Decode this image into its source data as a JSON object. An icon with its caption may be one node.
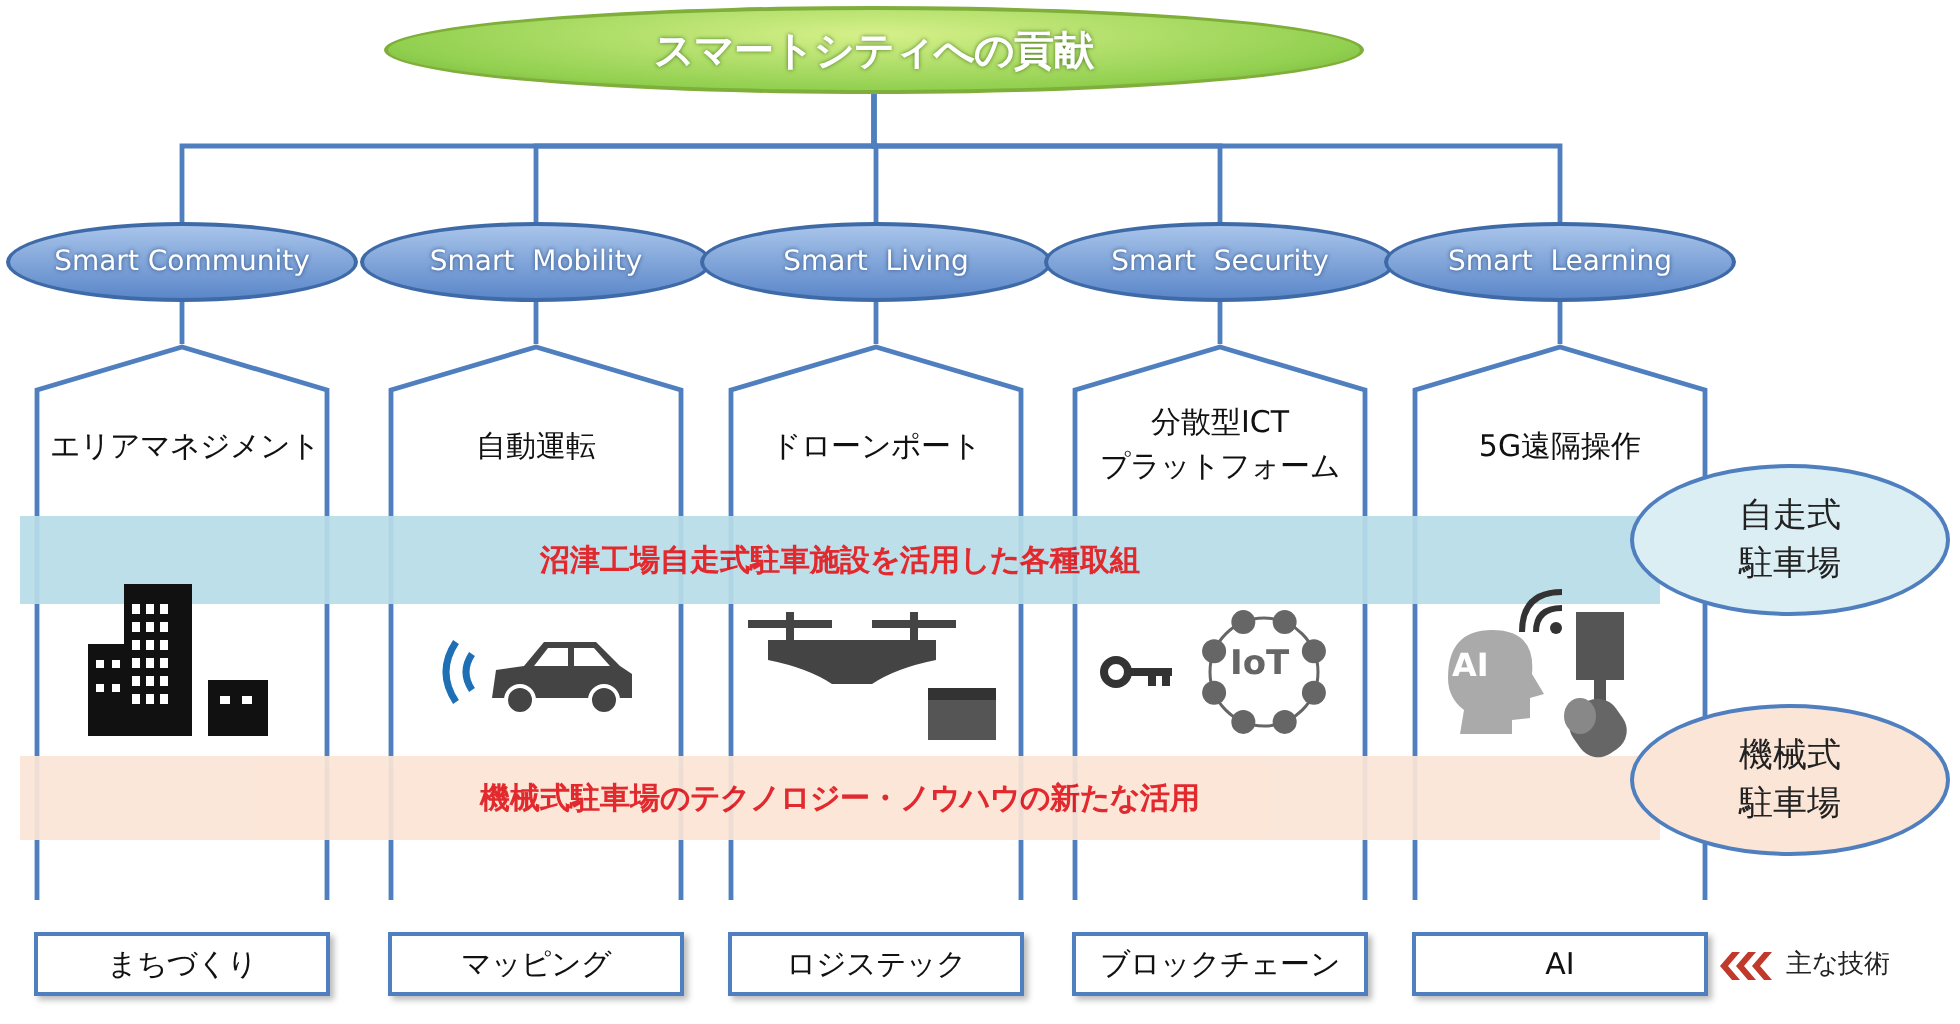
{
  "diagram": {
    "nodes": [
      {
        "text": [
          "スマートシティへの貢献"
        ]
      },
      {
        "text": [
          "Smart Community"
        ]
      },
      {
        "text": [
          "Smart  Mobility"
        ]
      },
      {
        "text": [
          "Smart  Living"
        ]
      },
      {
        "text": [
          "Smart  Security"
        ]
      },
      {
        "text": [
          "Smart  Learning"
        ]
      },
      {
        "text": [
          "エリアマネジメント"
        ]
      },
      {
        "text": [
          "自動運転"
        ]
      },
      {
        "text": [
          "ドローンポート"
        ]
      },
      {
        "text": [
          "分散型ICT プラットフォーム"
        ]
      },
      {
        "text": [
          "5G遠隔操作"
        ]
      },
      {
        "text": [
          "沼津工場自走式駐車施設を活用した各種取組"
        ]
      },
      {
        "text": [
          "機械式駐車場のテクノロジー・ノウハウの新たな活用"
        ]
      },
      {
        "text": [
          "自走式駐車場"
        ]
      },
      {
        "text": [
          "機械式駐車場"
        ]
      },
      {
        "text": [
          "まちづくり"
        ]
      },
      {
        "text": [
          "マッピング"
        ]
      },
      {
        "text": [
          "ロジステック"
        ]
      },
      {
        "text": [
          "ブロックチェーン"
        ]
      },
      {
        "text": [
          "AI"
        ]
      }
    ],
    "edges": [
      {
        "from": 0,
        "to": 1,
        "arrow": "none"
      },
      {
        "from": 0,
        "to": 2,
        "arrow": "none"
      },
      {
        "from": 0,
        "to": 3,
        "arrow": "none"
      },
      {
        "from": 0,
        "to": 4,
        "arrow": "none"
      },
      {
        "from": 0,
        "to": 5,
        "arrow": "none"
      },
      {
        "from": 1,
        "to": 6,
        "arrow": "none"
      },
      {
        "from": 2,
        "to": 7,
        "arrow": "none"
      },
      {
        "from": 3,
        "to": 8,
        "arrow": "none"
      },
      {
        "from": 4,
        "to": 9,
        "arrow": "none"
      },
      {
        "from": 5,
        "to": 10,
        "arrow": "none"
      }
    ],
    "labels": [
      "IoT",
      "AI",
      "主な技術"
    ]
  }
}
